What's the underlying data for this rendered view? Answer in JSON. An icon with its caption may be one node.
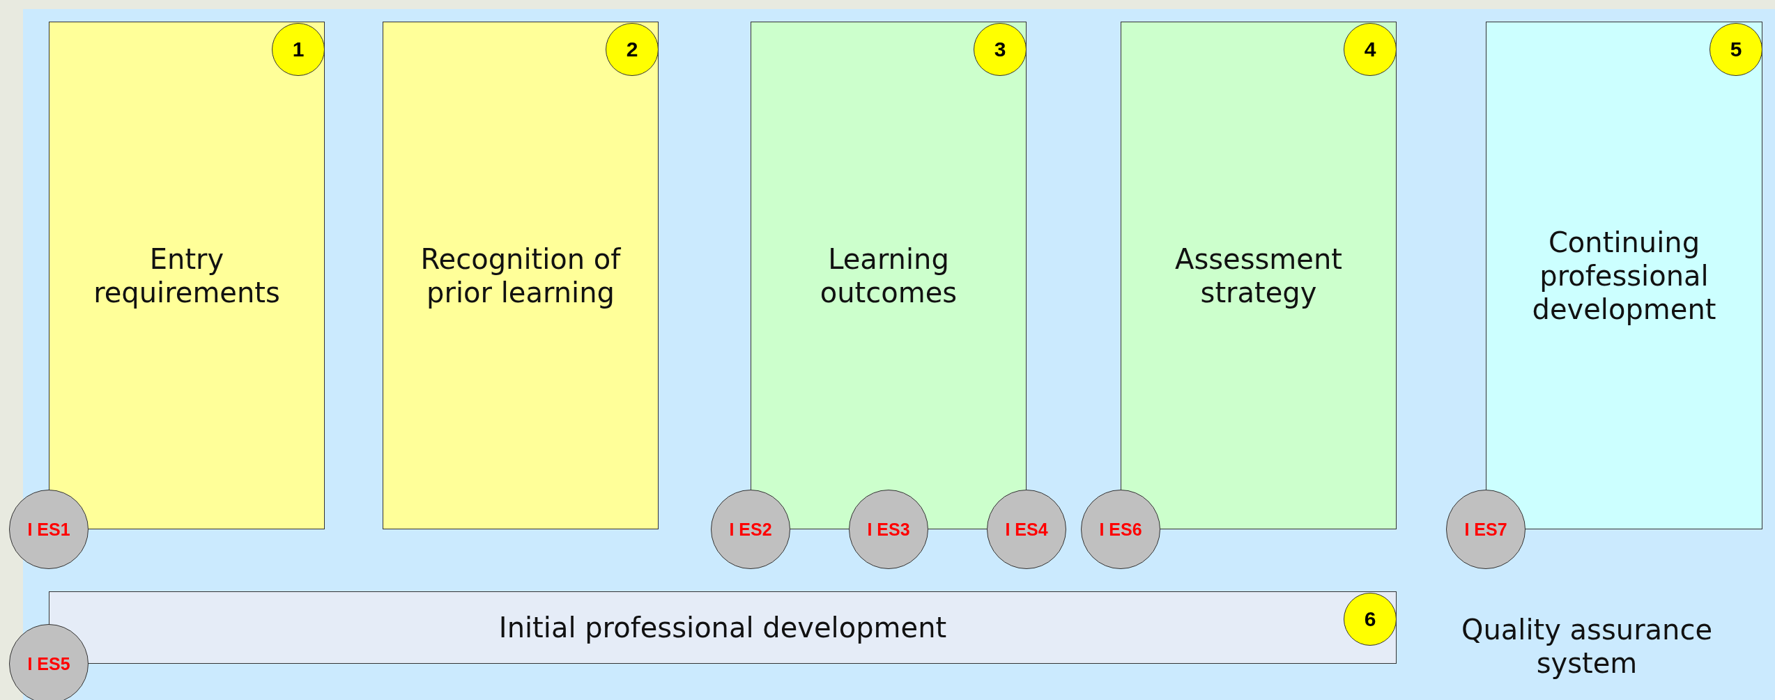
{
  "diagram": {
    "nodes": [
      {
        "text": [
          "Quality assurance system"
        ]
      },
      {
        "text": [
          "Entry requirements"
        ],
        "in": 0
      },
      {
        "text": [
          "1"
        ],
        "in": 1
      },
      {
        "text": [
          "Recognition of prior learning"
        ],
        "in": 0
      },
      {
        "text": [
          "2"
        ],
        "in": 3
      },
      {
        "text": [
          "Learning outcomes"
        ],
        "in": 0
      },
      {
        "text": [
          "3"
        ],
        "in": 5
      },
      {
        "text": [
          "Assessment strategy"
        ],
        "in": 0
      },
      {
        "text": [
          "4"
        ],
        "in": 7
      },
      {
        "text": [
          "Continuing professional development"
        ],
        "in": 0
      },
      {
        "text": [
          "5"
        ],
        "in": 9
      },
      {
        "text": [
          "I ES1"
        ],
        "in": 0
      },
      {
        "text": [
          "I ES2"
        ],
        "in": 0
      },
      {
        "text": [
          "I ES3"
        ],
        "in": 0
      },
      {
        "text": [
          "I ES4"
        ],
        "in": 0
      },
      {
        "text": [
          "I ES6"
        ],
        "in": 0
      },
      {
        "text": [
          "I ES7"
        ],
        "in": 0
      },
      {
        "text": [
          "Initial professional development"
        ],
        "in": 0
      },
      {
        "text": [
          "6"
        ],
        "in": 17
      },
      {
        "text": [
          "I ES5"
        ],
        "in": 0
      }
    ]
  }
}
